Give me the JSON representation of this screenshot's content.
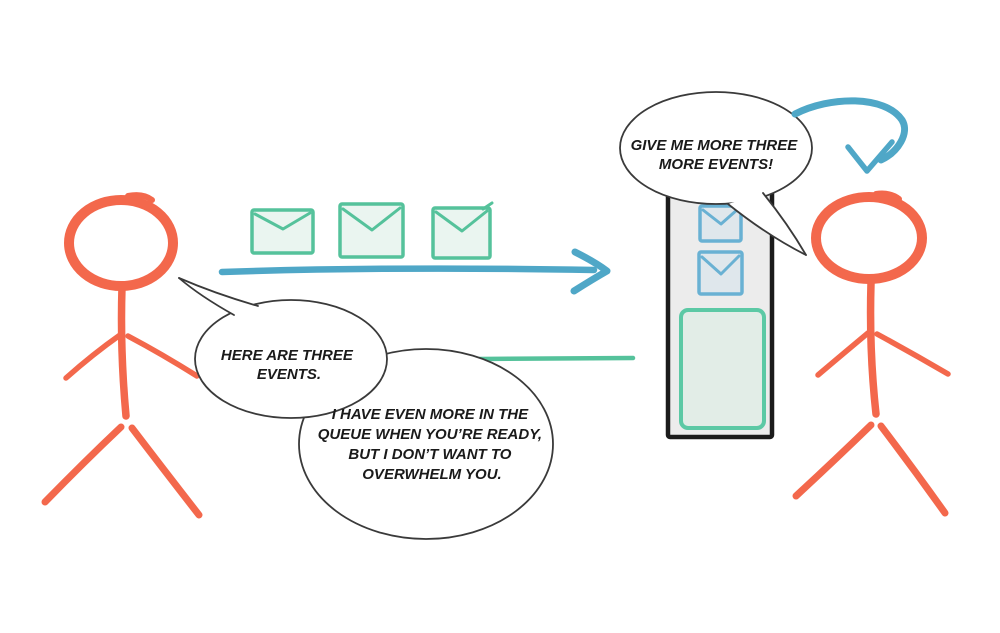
{
  "colors": {
    "figure": "#F3684C",
    "arrow-blue": "#4FA7C7",
    "teal-stroke": "#55C29B",
    "teal-fill": "#EAF5F0",
    "env-blue-stroke": "#69B1D3",
    "env-blue-fill": "#DFE7EC",
    "queue-stroke": "#1B1B1B",
    "queue-fill": "#ECECEC",
    "box-stroke": "#5CC9A5",
    "box-fill": "#E2EDE7",
    "bubble-stroke": "#3A3A3A",
    "bubble-fill": "#FFFFFF",
    "text": "#1A1A1A"
  },
  "bubbles": {
    "offer": {
      "lines": [
        "HERE ARE THREE",
        "EVENTS."
      ]
    },
    "queue": {
      "lines": [
        "I HAVE EVEN MORE IN THE",
        "QUEUE WHEN YOU’RE READY,",
        "BUT I DON’T WANT TO",
        "OVERWHELM YOU."
      ]
    },
    "request": {
      "lines": [
        "GIVE ME MORE THREE",
        "MORE EVENTS!"
      ]
    }
  }
}
